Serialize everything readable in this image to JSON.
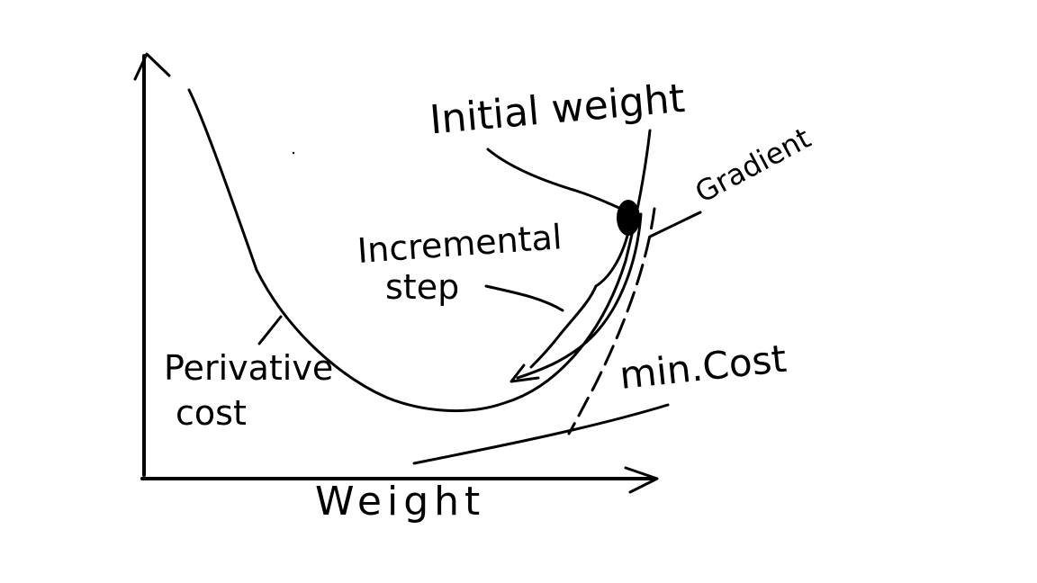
{
  "labels": {
    "y_axis": "",
    "x_axis": "Weight",
    "initial_weight": "Initial weight",
    "gradient": "Gradient",
    "incremental_step_line1": "Incremental",
    "incremental_step_line2": "step",
    "derivative_cost_line1": "Perivative",
    "derivative_cost_line2": "cost",
    "min_cost": "min.Cost"
  },
  "colors": {
    "ink": "#000000",
    "background": "#ffffff"
  }
}
